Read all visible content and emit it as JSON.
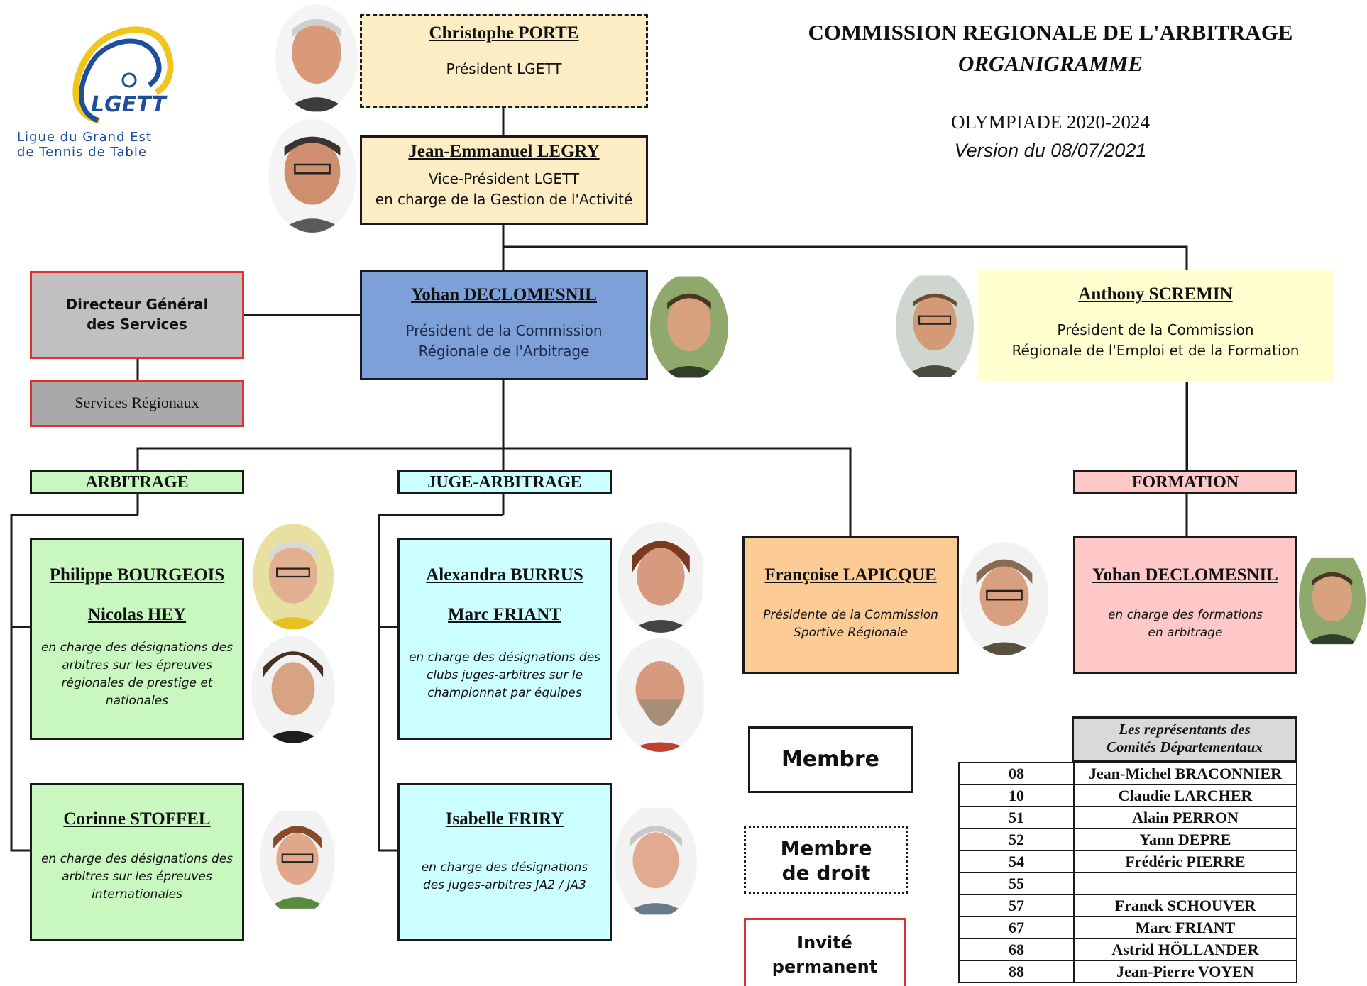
{
  "header": {
    "title": "COMMISSION REGIONALE DE L'ARBITRAGE",
    "subtitle": "ORGANIGRAMME",
    "olympiade": "OLYMPIADE 2020-2024",
    "version": "Version du 08/07/2021"
  },
  "logo": {
    "brand": "LGETT",
    "line1": "Ligue du Grand Est",
    "line2": "de Tennis de Table"
  },
  "president": {
    "name": "Christophe PORTE",
    "role": "Président LGETT"
  },
  "vice_president": {
    "name": "Jean-Emmanuel LEGRY",
    "role1": "Vice-Président LGETT",
    "role2": "en charge de la Gestion de l'Activité"
  },
  "dgs": {
    "line1": "Directeur Général",
    "line2": "des Services"
  },
  "services": {
    "label": "Services Régionaux"
  },
  "cra": {
    "name": "Yohan DECLOMESNIL",
    "role1": "Président de la Commission",
    "role2": "Régionale de l'Arbitrage"
  },
  "cref": {
    "name": "Anthony SCREMIN",
    "role1": "Président de la Commission",
    "role2": "Régionale de l'Emploi et de la Formation"
  },
  "sections": {
    "arbitrage": "ARBITRAGE",
    "juge_arbitrage": "JUGE-ARBITRAGE",
    "formation": "FORMATION"
  },
  "arbitrage_box1": {
    "name1": "Philippe BOURGEOIS",
    "name2": "Nicolas HEY",
    "desc": [
      "en charge des désignations des",
      "arbitres sur les épreuves",
      "régionales de prestige et",
      "nationales"
    ]
  },
  "arbitrage_box2": {
    "name": "Corinne STOFFEL",
    "desc": [
      "en charge des désignations des",
      "arbitres sur les épreuves",
      "internationales"
    ]
  },
  "ja_box1": {
    "name1": "Alexandra BURRUS",
    "name2": "Marc FRIANT",
    "desc": [
      "en charge des désignations des",
      "clubs juges-arbitres sur le",
      "championnat par équipes"
    ]
  },
  "ja_box2": {
    "name": "Isabelle FRIRY",
    "desc": [
      "en charge des désignations",
      "des juges-arbitres JA2 / JA3"
    ]
  },
  "csr": {
    "name": "Françoise LAPICQUE",
    "desc": [
      "Présidente de la Commission",
      "Sportive Régionale"
    ]
  },
  "formation_box": {
    "name": "Yohan DECLOMESNIL",
    "desc": [
      "en charge des formations",
      "en arbitrage"
    ]
  },
  "legend": {
    "membre": "Membre",
    "membre_droit_1": "Membre",
    "membre_droit_2": "de droit",
    "invite_1": "Invité",
    "invite_2": "permanent"
  },
  "representatives": {
    "header1": "Les représentants des",
    "header2": "Comités Départementaux",
    "rows": [
      {
        "code": "08",
        "name": "Jean-Michel BRACONNIER"
      },
      {
        "code": "10",
        "name": "Claudie LARCHER"
      },
      {
        "code": "51",
        "name": "Alain PERRON"
      },
      {
        "code": "52",
        "name": "Yann DEPRE"
      },
      {
        "code": "54",
        "name": "Frédéric PIERRE"
      },
      {
        "code": "55",
        "name": ""
      },
      {
        "code": "57",
        "name": "Franck SCHOUVER"
      },
      {
        "code": "67",
        "name": "Marc FRIANT"
      },
      {
        "code": "68",
        "name": "Astrid HÖLLANDER"
      },
      {
        "code": "88",
        "name": "Jean-Pierre VOYEN"
      }
    ]
  },
  "colors": {
    "president_fill": "#fdedc5",
    "cra_fill": "#7ea0d8",
    "cref_fill": "#ffffd0",
    "dgs_fill": "#c0c0c0",
    "services_fill": "#a9a9a9",
    "arbitrage_fill": "#c9f7c0",
    "ja_fill": "#ccffff",
    "csr_fill": "#fccb96",
    "formation_fill": "#ffc8c8",
    "legend_red_border": "#e03030"
  }
}
